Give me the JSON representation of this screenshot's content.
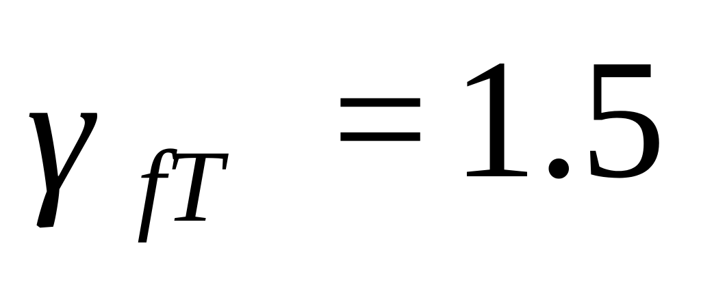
{
  "formula": {
    "symbol": "γ",
    "subscript": "fT",
    "operator": "=",
    "value": "1.5"
  }
}
